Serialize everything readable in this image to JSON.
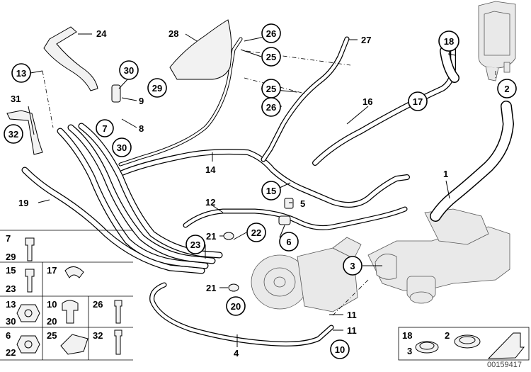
{
  "callouts": [
    {
      "id": "c24",
      "text": "24"
    },
    {
      "id": "c13",
      "text": "13"
    },
    {
      "id": "c28",
      "text": "28"
    },
    {
      "id": "c26a",
      "text": "26"
    },
    {
      "id": "c25a",
      "text": "25"
    },
    {
      "id": "c27",
      "text": "27"
    },
    {
      "id": "c18",
      "text": "18"
    },
    {
      "id": "c30a",
      "text": "30"
    },
    {
      "id": "c29",
      "text": "29"
    },
    {
      "id": "c9",
      "text": "9"
    },
    {
      "id": "c7",
      "text": "7"
    },
    {
      "id": "c8",
      "text": "8"
    },
    {
      "id": "c30b",
      "text": "30"
    },
    {
      "id": "c25b",
      "text": "25"
    },
    {
      "id": "c26b",
      "text": "26"
    },
    {
      "id": "c16",
      "text": "16"
    },
    {
      "id": "c17",
      "text": "17"
    },
    {
      "id": "c2",
      "text": "2"
    },
    {
      "id": "c31",
      "text": "31"
    },
    {
      "id": "c32",
      "text": "32"
    },
    {
      "id": "c14",
      "text": "14"
    },
    {
      "id": "c15",
      "text": "15"
    },
    {
      "id": "c1",
      "text": "1"
    },
    {
      "id": "c19",
      "text": "19"
    },
    {
      "id": "c5",
      "text": "5"
    },
    {
      "id": "c12",
      "text": "12"
    },
    {
      "id": "c21a",
      "text": "21"
    },
    {
      "id": "c22",
      "text": "22"
    },
    {
      "id": "c23",
      "text": "23"
    },
    {
      "id": "c6",
      "text": "6"
    },
    {
      "id": "c3",
      "text": "3"
    },
    {
      "id": "c21b",
      "text": "21"
    },
    {
      "id": "c20",
      "text": "20"
    },
    {
      "id": "c11a",
      "text": "11"
    },
    {
      "id": "c11b",
      "text": "11"
    },
    {
      "id": "c10",
      "text": "10"
    },
    {
      "id": "c4",
      "text": "4"
    }
  ],
  "legend_grid": [
    {
      "id": "g7",
      "text": "7"
    },
    {
      "id": "g29",
      "text": "29"
    },
    {
      "id": "g15",
      "text": "15"
    },
    {
      "id": "g23",
      "text": "23"
    },
    {
      "id": "g17",
      "text": "17"
    },
    {
      "id": "g13",
      "text": "13"
    },
    {
      "id": "g30",
      "text": "30"
    },
    {
      "id": "g10",
      "text": "10"
    },
    {
      "id": "g20",
      "text": "20"
    },
    {
      "id": "g26",
      "text": "26"
    },
    {
      "id": "g6",
      "text": "6"
    },
    {
      "id": "g22",
      "text": "22"
    },
    {
      "id": "g25",
      "text": "25"
    },
    {
      "id": "g32",
      "text": "32"
    }
  ],
  "legend_box": [
    {
      "id": "b18",
      "text": "18"
    },
    {
      "id": "b3",
      "text": "3"
    },
    {
      "id": "b2",
      "text": "2"
    }
  ],
  "diagram_id": "00159417"
}
